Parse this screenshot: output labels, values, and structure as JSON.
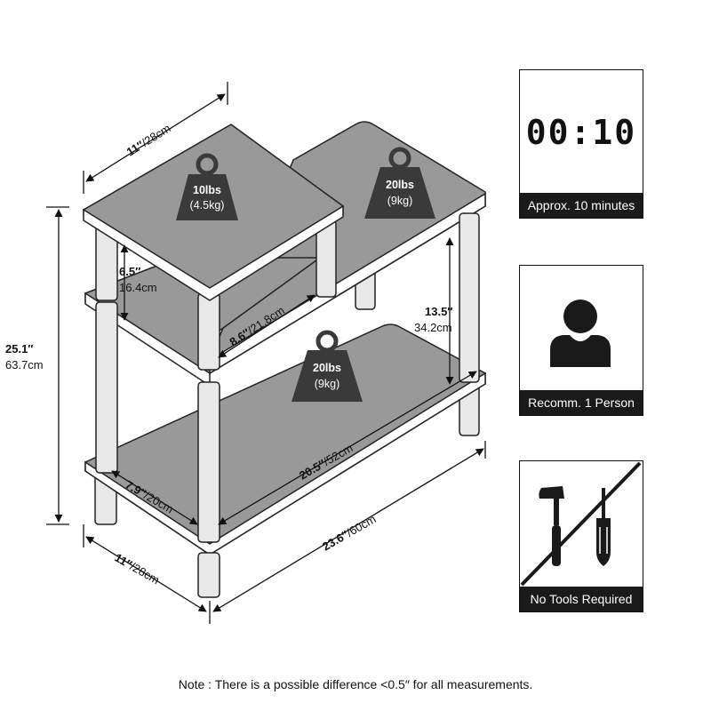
{
  "dimensions": {
    "top_depth": "11″",
    "top_depth_cm": "/28cm",
    "height_total": "25.1″",
    "height_total_cm": "63.7cm",
    "upper_gap": "6.5″",
    "upper_gap_cm": "16.4cm",
    "upper_shelf_width": "8.6″",
    "upper_shelf_width_cm": "/21.8cm",
    "lower_gap": "13.5″",
    "lower_gap_cm": "34.2cm",
    "inner_width": "20.5″",
    "inner_width_cm": "/52cm",
    "inner_depth": "7.9″",
    "inner_depth_cm": "/20cm",
    "overall_width": "23.6″",
    "overall_width_cm": "/60cm",
    "bottom_depth": "11″",
    "bottom_depth_cm": "/28cm"
  },
  "weights": [
    {
      "lbs": "10lbs",
      "kg": "(4.5kg)"
    },
    {
      "lbs": "20lbs",
      "kg": "(9kg)"
    },
    {
      "lbs": "20lbs",
      "kg": "(9kg)"
    }
  ],
  "cards": {
    "time": {
      "display": "00:10",
      "caption": "Approx. 10 minutes",
      "icon": "digital-clock-icon"
    },
    "person": {
      "caption": "Recomm. 1 Person",
      "icon": "person-icon"
    },
    "tools": {
      "caption": "No Tools Required",
      "icon": "no-tools-icon"
    }
  },
  "note": "Note : There is a possible difference <0.5″ for all measurements.",
  "colors": {
    "shelf": "#999999",
    "shelf_edge": "#ffffff",
    "post": "#e8e8e8",
    "weight": "#3a3a3a",
    "caption_bg": "#1a1a1a"
  }
}
